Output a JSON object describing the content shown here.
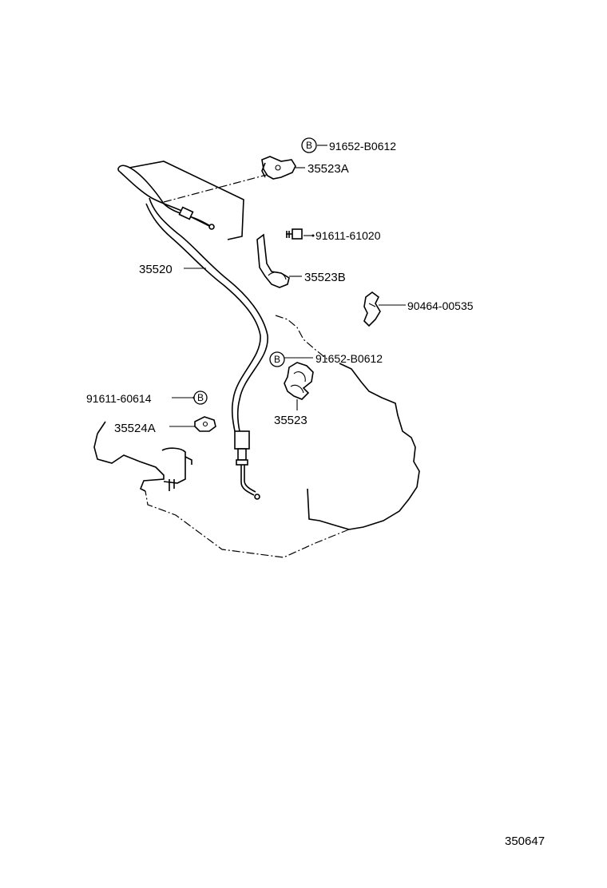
{
  "labels": {
    "bolt_top": "91652-B0612",
    "bracket_a": "35523A",
    "bolt_mid": "91611-61020",
    "bracket_b": "35523B",
    "clip": "90464-00535",
    "cable": "35520",
    "bolt_lower": "91652-B0612",
    "bracket": "35523",
    "bolt_left": "91611-60614",
    "plate": "35524A",
    "badge": "B",
    "diagram_ref": "350647"
  }
}
